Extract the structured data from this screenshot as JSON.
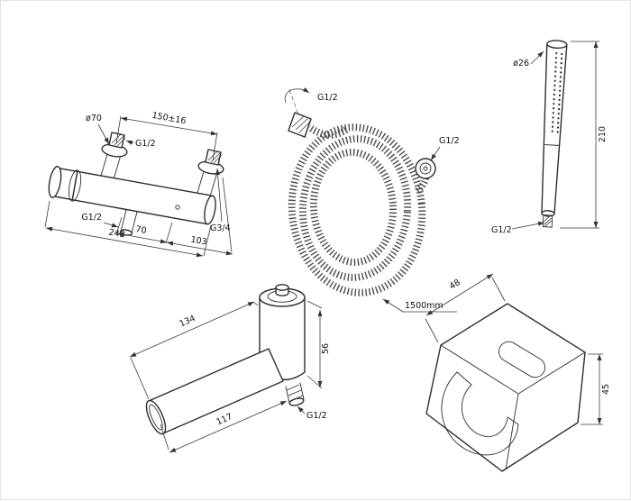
{
  "drawing": {
    "mixer": {
      "dia70": "ø70",
      "g12_top": "G1/2",
      "len150": "150±16",
      "len248": "248",
      "g12_out": "G1/2",
      "len70": "70",
      "len103": "103",
      "g34": "G3/4"
    },
    "hose": {
      "g12_a": "G1/2",
      "g12_b": "G1/2",
      "length": "1500mm"
    },
    "handshower": {
      "dia26": "ø26",
      "len210": "210",
      "g12": "G1/2"
    },
    "spout": {
      "len134": "134",
      "len56": "56",
      "len117": "117",
      "g12": "G1/2"
    },
    "bracket": {
      "len48": "48",
      "len45": "45"
    }
  }
}
